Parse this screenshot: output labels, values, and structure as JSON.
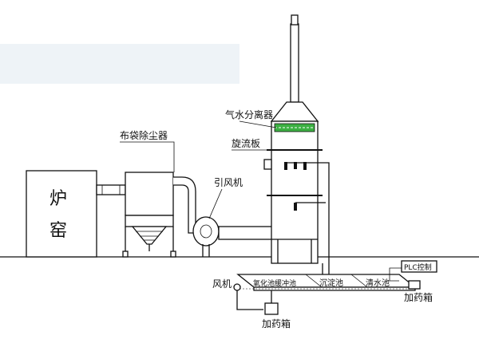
{
  "labels": {
    "furnace_line1": "炉",
    "furnace_line2": "窑",
    "bag_filter": "布袋除尘器",
    "induced_fan": "引风机",
    "separator": "气水分离器",
    "swirl_plate": "旋流板",
    "plc": "PLC控制",
    "blower": "风机",
    "oxidation_tank": "氧化池缓冲池",
    "settling_tank": "沉淀池",
    "clear_tank": "清水池",
    "dosing_left": "加药箱",
    "dosing_right": "加药箱"
  },
  "colors": {
    "line": "#111111",
    "packing": "#3cb043",
    "watermark": "#e6eef5"
  }
}
